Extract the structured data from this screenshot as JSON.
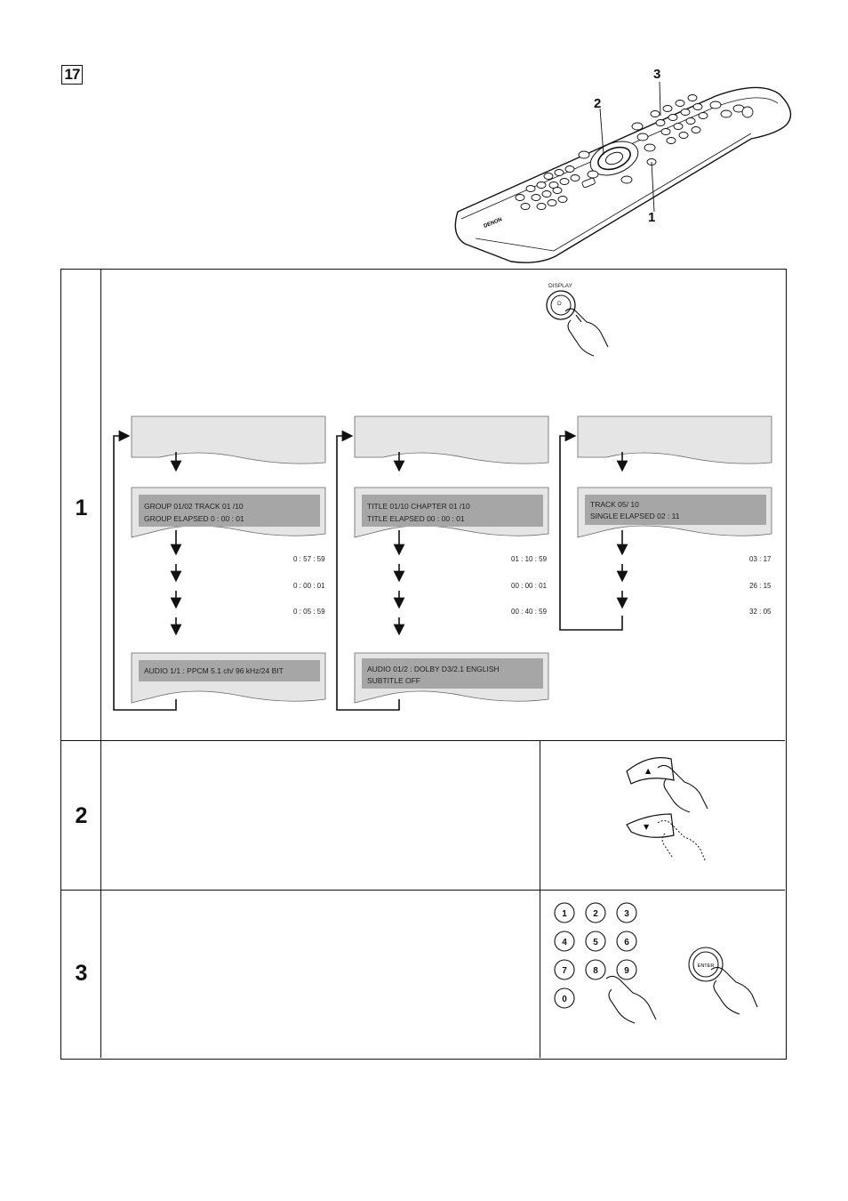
{
  "figure": {
    "number": "17"
  },
  "remote": {
    "callouts": [
      {
        "label": "1"
      },
      {
        "label": "2"
      },
      {
        "label": "3"
      }
    ],
    "brand": "DENON"
  },
  "steps": [
    {
      "number": "1"
    },
    {
      "number": "2"
    },
    {
      "number": "3"
    }
  ],
  "display_button": {
    "label": "DISPLAY",
    "key": "D"
  },
  "columns": [
    {
      "screen1_line1": "GROUP       01/02          TRACK       01  /10",
      "screen1_line2": "GROUP ELAPSED          0 : 00 : 01",
      "times": [
        "0 : 57 : 59",
        "0 : 00 : 01",
        "0 : 05 : 59"
      ],
      "screen2_line1": "AUDIO  1/1   :   PPCM          5.1 ch/   96 kHz/24 BIT",
      "screen2_line2": ""
    },
    {
      "screen1_line1": "TITLE         01/10            CHAPTER    01  /10",
      "screen1_line2": "TITLE ELAPSED             00 : 00 : 01",
      "times": [
        "01 : 10 : 59",
        "00 : 00 : 01",
        "00 : 40 : 59"
      ],
      "screen2_line1": "AUDIO  01/2  :  DOLBY  D3/2.1  ENGLISH",
      "screen2_line2": "SUBTITLE      OFF"
    },
    {
      "screen1_line1": "TRACK                        05/ 10",
      "screen1_line2": "SINGLE ELAPSED         02 : 11",
      "times": [
        "03 : 17",
        "26 : 15",
        "32 : 05"
      ]
    }
  ],
  "keypad": {
    "keys": [
      "1",
      "2",
      "3",
      "4",
      "5",
      "6",
      "7",
      "8",
      "9",
      "0"
    ],
    "enter_label": "ENTER"
  },
  "cursor": {
    "up": "▲",
    "down": "▼"
  }
}
